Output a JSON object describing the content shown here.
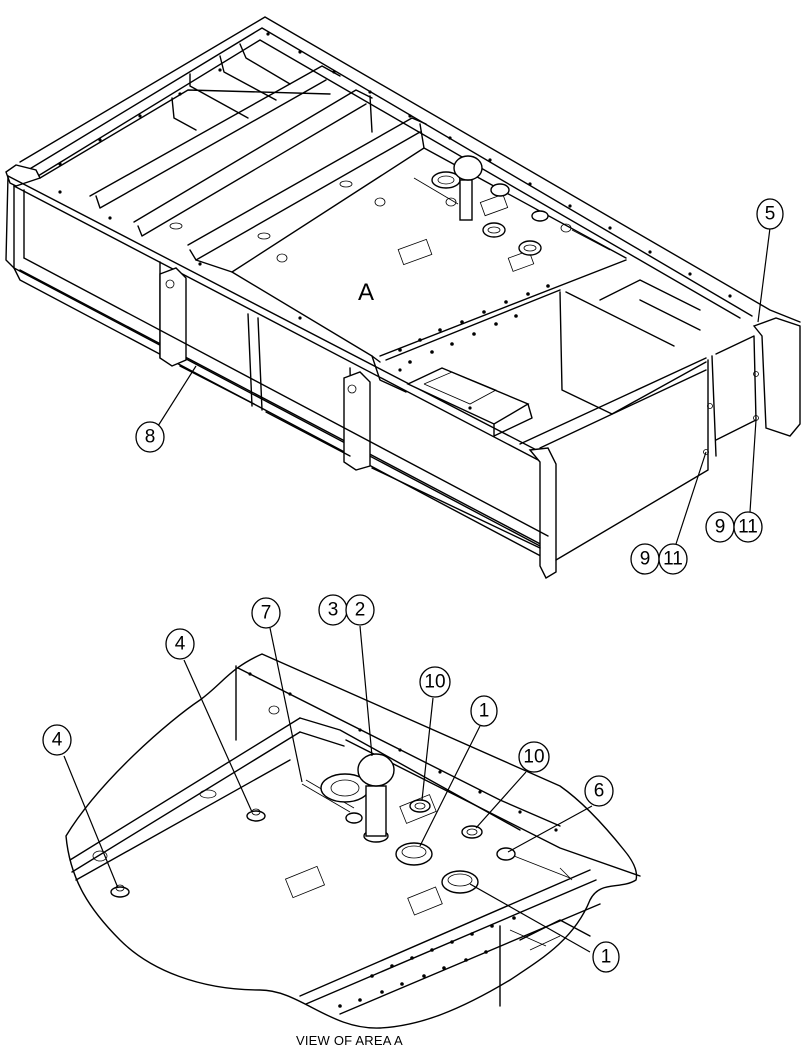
{
  "area_label": "A",
  "caption": "VIEW OF AREA  A",
  "callouts": [
    {
      "id": "c5",
      "label": "5"
    },
    {
      "id": "c8",
      "label": "8"
    },
    {
      "id": "c9a",
      "label": "9"
    },
    {
      "id": "c11a",
      "label": "11"
    },
    {
      "id": "c9b",
      "label": "9"
    },
    {
      "id": "c11b",
      "label": "11"
    },
    {
      "id": "c7",
      "label": "7"
    },
    {
      "id": "c3",
      "label": "3"
    },
    {
      "id": "c2",
      "label": "2"
    },
    {
      "id": "c4a",
      "label": "4"
    },
    {
      "id": "c4b",
      "label": "4"
    },
    {
      "id": "c10a",
      "label": "10"
    },
    {
      "id": "c1a",
      "label": "1"
    },
    {
      "id": "c10b",
      "label": "10"
    },
    {
      "id": "c6",
      "label": "6"
    },
    {
      "id": "c1b",
      "label": "1"
    }
  ]
}
